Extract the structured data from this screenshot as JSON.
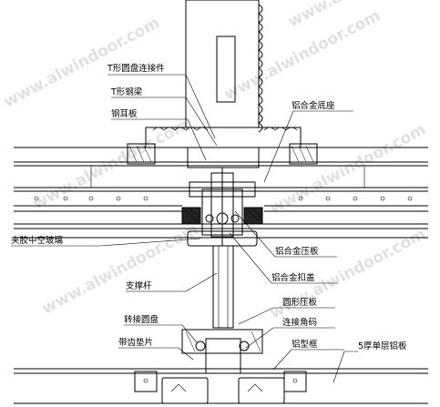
{
  "labels": {
    "t_plate_connector": "T形圆盘连接件",
    "t_steel_beam": "T形钢梁",
    "steel_ear_plate": "钢耳板",
    "aluminum_base": "铝合金底座",
    "laminated_glass": "夹胶中空玻璃",
    "aluminum_pressure_plate": "铝合金压板",
    "aluminum_cap": "铝合金扣盖",
    "support_rod": "支撑杆",
    "round_pressure_plate": "圆形压板",
    "adapter_disc": "转接圆盘",
    "connecting_corner": "连接角码",
    "toothed_washer": "带齿垫片",
    "aluminum_frame": "铝型框",
    "single_aluminum_panel": "5厚单层铝板"
  },
  "watermark": "www.alwindoor.com"
}
